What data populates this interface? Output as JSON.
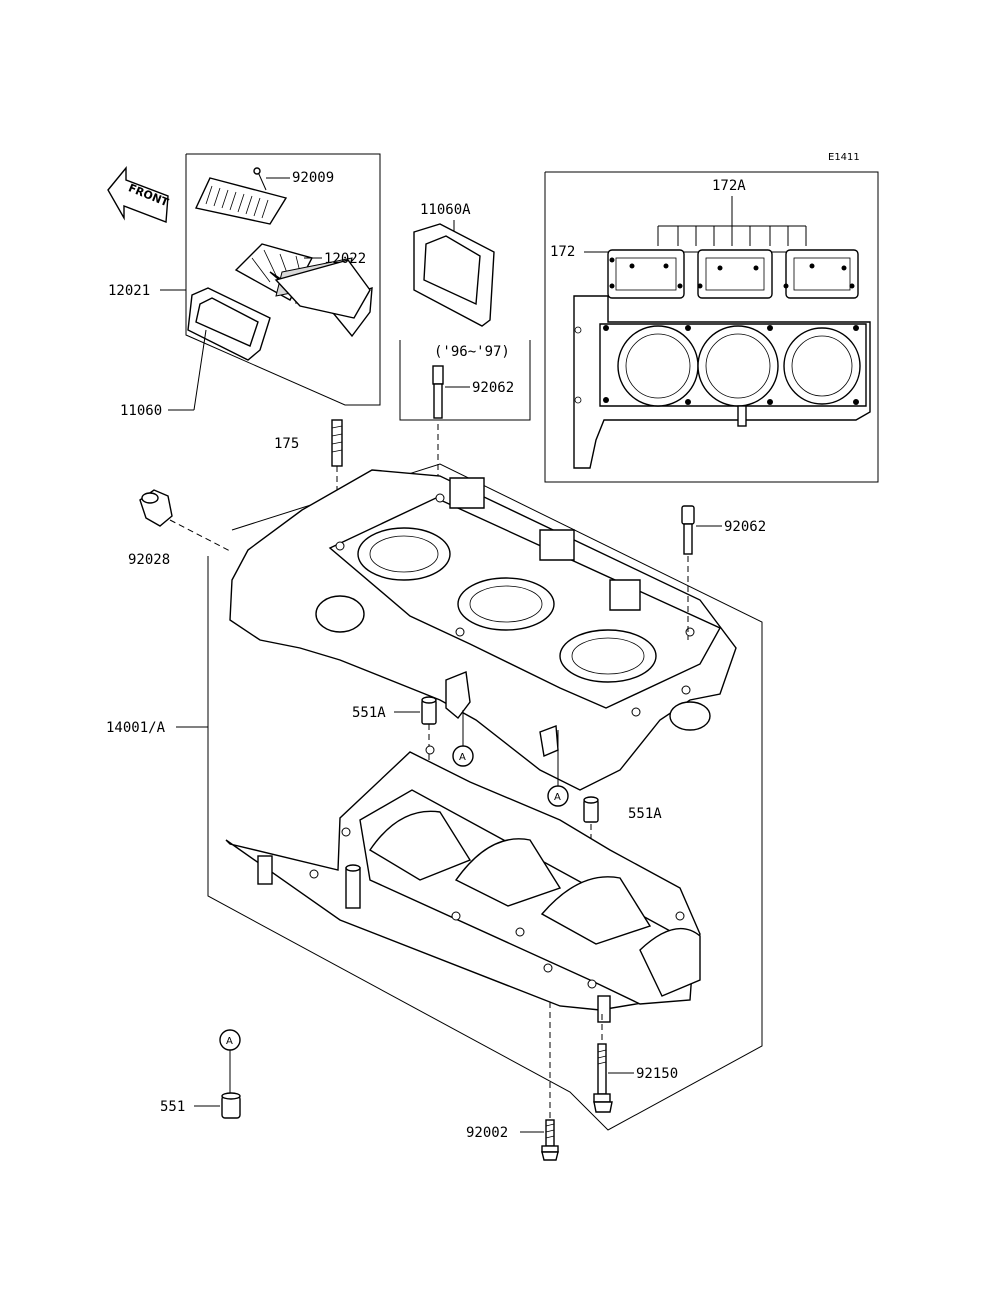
{
  "diagram_code": "E1411",
  "front_label": "FRONT",
  "callouts": {
    "p92009": "92009",
    "p12022": "12022",
    "p12021": "12021",
    "p11060A": "11060A",
    "p11060": "11060",
    "p175": "175",
    "p172A": "172A",
    "p172": "172",
    "year_note": "('96~'97)",
    "p92062_top": "92062",
    "p92062": "92062",
    "p92028": "92028",
    "p14001A": "14001/A",
    "p551A_left": "551A",
    "p551A_right": "551A",
    "p92150": "92150",
    "p551": "551",
    "p92002": "92002",
    "ref_a1": "A",
    "ref_a2": "A",
    "ref_a3": "A"
  }
}
